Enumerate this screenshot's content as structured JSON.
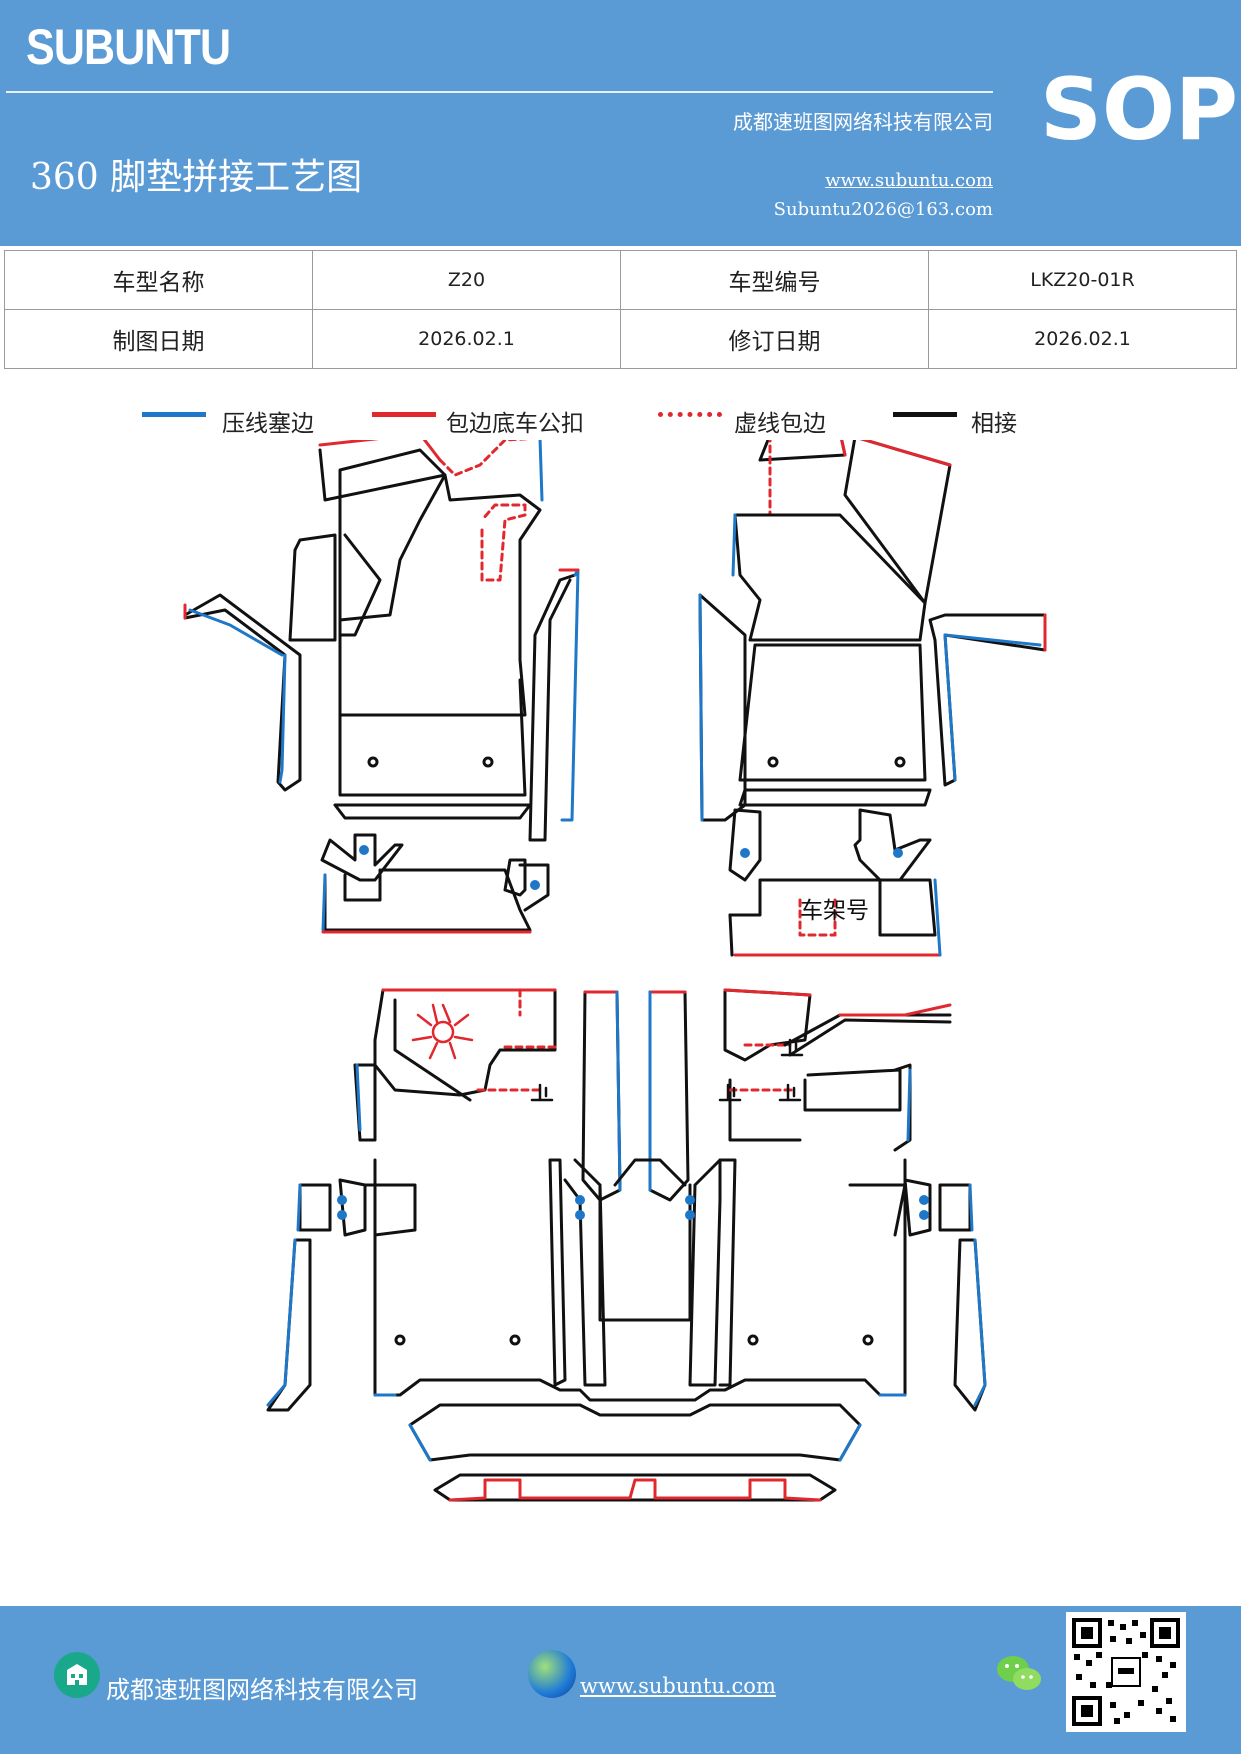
{
  "header": {
    "brand": "SUBUNTU",
    "doc_code": "SOP",
    "title": "360 脚垫拼接工艺图",
    "company": "成都速班图网络科技有限公司",
    "website": "www.subuntu.com",
    "email": "Subuntu2026@163.com"
  },
  "info_table": {
    "rows": [
      {
        "label1": "车型名称",
        "value1": "Z20",
        "label2": "车型编号",
        "value2": "LKZ20-01R"
      },
      {
        "label1": "制图日期",
        "value1": "2026.02.1",
        "label2": "修订日期",
        "value2": "2026.02.1"
      }
    ]
  },
  "legend": [
    {
      "label": "压线塞边",
      "color": "#1f77c8",
      "style": "solid"
    },
    {
      "label": "包边底车公扣",
      "color": "#e0282e",
      "style": "solid"
    },
    {
      "label": "虚线包边",
      "color": "#e0282e",
      "style": "dotted"
    },
    {
      "label": "相接",
      "color": "#111111",
      "style": "solid"
    }
  ],
  "diagram": {
    "frame_label": "车架号"
  },
  "footer": {
    "company": "成都速班图网络科技有限公司",
    "website": "www.subuntu.com "
  },
  "colors": {
    "brand_blue": "#5b9bd5",
    "press_line": "#1f77c8",
    "wrap_edge": "#e0282e",
    "joint": "#111111"
  }
}
